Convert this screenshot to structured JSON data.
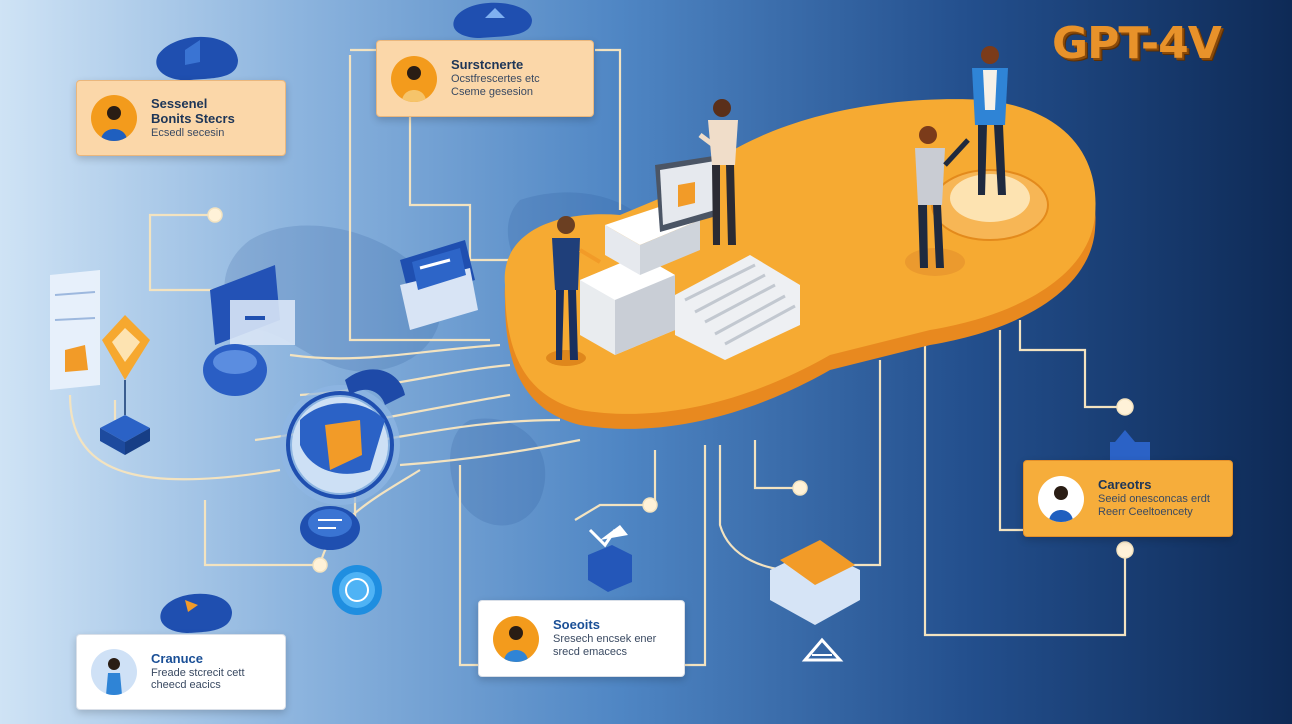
{
  "brand": "GPT-4V",
  "cards": {
    "top_left": {
      "title": "Sessenel",
      "title2": "Bonits Stecrs",
      "sub": "Ecsedl secesin"
    },
    "top_center": {
      "title": "Surstcnerte",
      "line2": "Ocstfrescertes etc",
      "sub": "Cseme gesesion"
    },
    "right": {
      "title": "Careotrs",
      "line2": "Seeid onesconcas erdt",
      "sub": "Reerr Ceeltoencety"
    },
    "bottom_center": {
      "title": "Soeoits",
      "line2": "Sresech encsek ener",
      "sub": "srecd emacecs"
    },
    "bottom_left": {
      "title": "Cranuce",
      "line2": "Freade stcrecit cett",
      "sub": "cheecd eacics"
    }
  },
  "colors": {
    "platform": "#f6a82f",
    "card_peach": "#fbd7a9",
    "card_orange": "#f6ad3b",
    "card_white": "#ffffff",
    "node_blue": "#1f4fb0",
    "wire": "#f3e3c0"
  },
  "icons": [
    "person-avatar-icon",
    "monitor-icon",
    "staircase-icon",
    "globe-icon",
    "folder-icon",
    "chat-bubble-icon",
    "building-icon",
    "warning-triangle-icon"
  ]
}
